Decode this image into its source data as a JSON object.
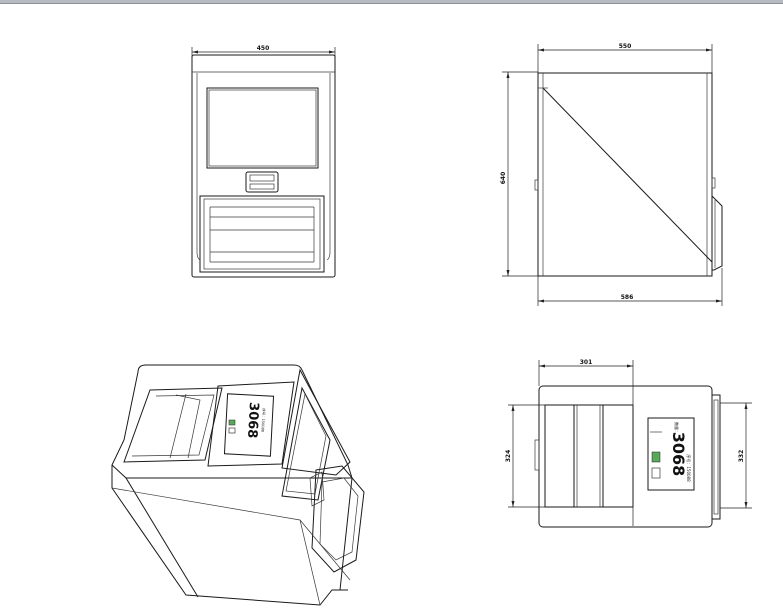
{
  "front_view": {
    "width_dim": "450"
  },
  "side_view": {
    "depth_dim": "550",
    "height_dim": "640",
    "overall_depth_dim": "586"
  },
  "top_view": {
    "width_dim": "301",
    "left_height_dim": "324",
    "right_height_dim": "332"
  },
  "display": {
    "main_value": "3068",
    "secondary_text": "序号：150088",
    "label_text": "数量："
  },
  "colors": {
    "line": "#1a1a1a",
    "led_green": "#4a9a4a"
  }
}
